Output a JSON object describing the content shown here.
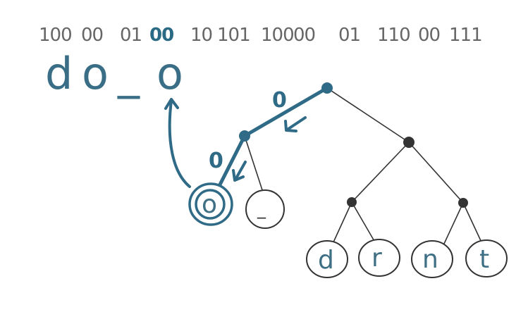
{
  "bitstream": {
    "groups": [
      "100",
      "00",
      "01",
      "00",
      "10",
      "101",
      "100",
      "00",
      "01",
      "110",
      "00",
      "111"
    ],
    "highlight_index": 3
  },
  "decoded": {
    "chars": [
      "d",
      "o",
      "_",
      "o"
    ]
  },
  "tree": {
    "edge_labels": [
      "0",
      "0"
    ],
    "leaves": [
      "o",
      "_",
      "d",
      "r",
      "n",
      "t"
    ]
  },
  "colors": {
    "highlight": "#2f6a86",
    "ink": "#333333",
    "bits": "#666666"
  }
}
